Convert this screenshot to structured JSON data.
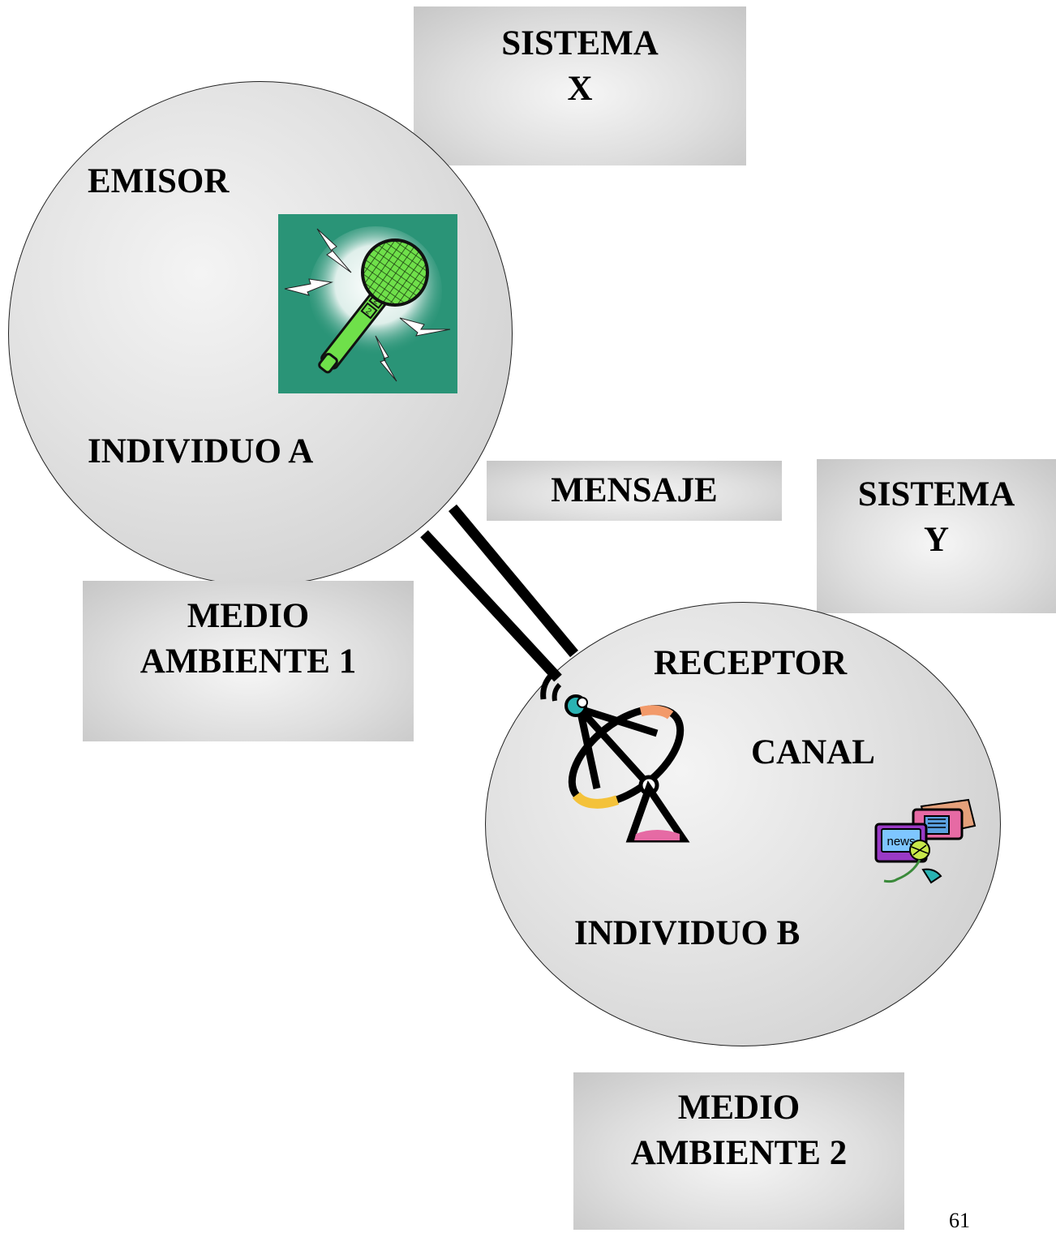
{
  "sistema_x": {
    "line1": "SISTEMA",
    "line2": "X"
  },
  "sistema_y": {
    "line1": "SISTEMA",
    "line2": "Y"
  },
  "emisor": "EMISOR",
  "individuo_a": "INDIVIDUO A",
  "mensaje": "MENSAJE",
  "medio_ambiente_1": {
    "line1": "MEDIO",
    "line2": "AMBIENTE 1"
  },
  "receptor": "RECEPTOR",
  "canal": "CANAL",
  "individuo_b": "INDIVIDUO B",
  "medio_ambiente_2": {
    "line1": "MEDIO",
    "line2": "AMBIENTE 2"
  },
  "news_icon_text": "news",
  "page_number": "61",
  "icons": [
    "microphone-icon",
    "satellite-dish-icon",
    "news-tv-icon"
  ],
  "colors": {
    "mic_background": "#2a9477",
    "mic_green": "#6fe04a"
  }
}
